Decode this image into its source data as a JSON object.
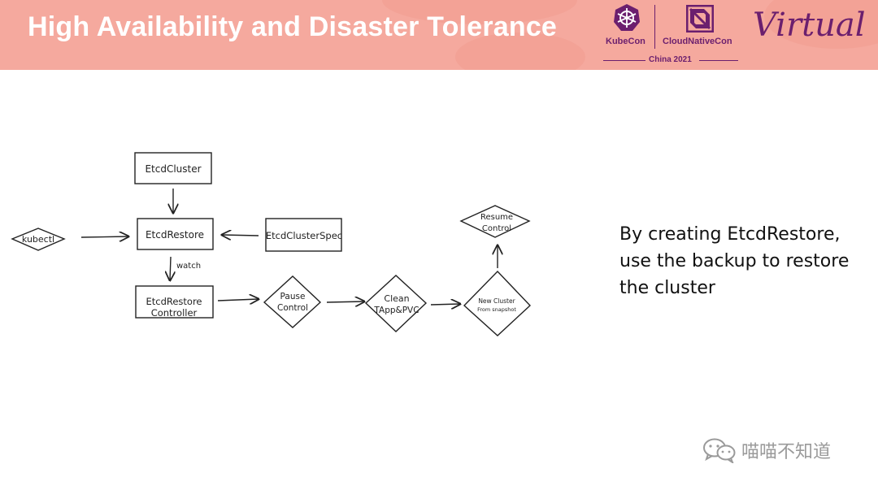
{
  "header": {
    "title": "High Availability and Disaster Tolerance",
    "kubecon": "KubeCon",
    "cloudnativecon": "CloudNativeCon",
    "event": "China 2021",
    "virtual": "Virtual",
    "bg_color": "#f5a99e",
    "accent_color": "#6b1f6e"
  },
  "diagram": {
    "etcdcluster": "EtcdCluster",
    "kubectl": "kubectl",
    "etcdrestore": "EtcdRestore",
    "etcdclusterspec": "EtcdClusterSpec",
    "watch": "watch",
    "controller_l1": "EtcdRestore",
    "controller_l2": "Controller",
    "pause_l1": "Pause",
    "pause_l2": "Control",
    "clean_l1": "Clean",
    "clean_l2": "TApp&PVC",
    "newcluster_l1": "New Cluster",
    "newcluster_l2": "From snapshot",
    "resume_l1": "Resume",
    "resume_l2": "Control"
  },
  "description": {
    "line1": "By creating EtcdRestore,",
    "line2": "use the backup to restore",
    "line3": "the cluster"
  },
  "watermark": {
    "label": "喵喵不知道",
    "icon": "wechat-icon"
  }
}
